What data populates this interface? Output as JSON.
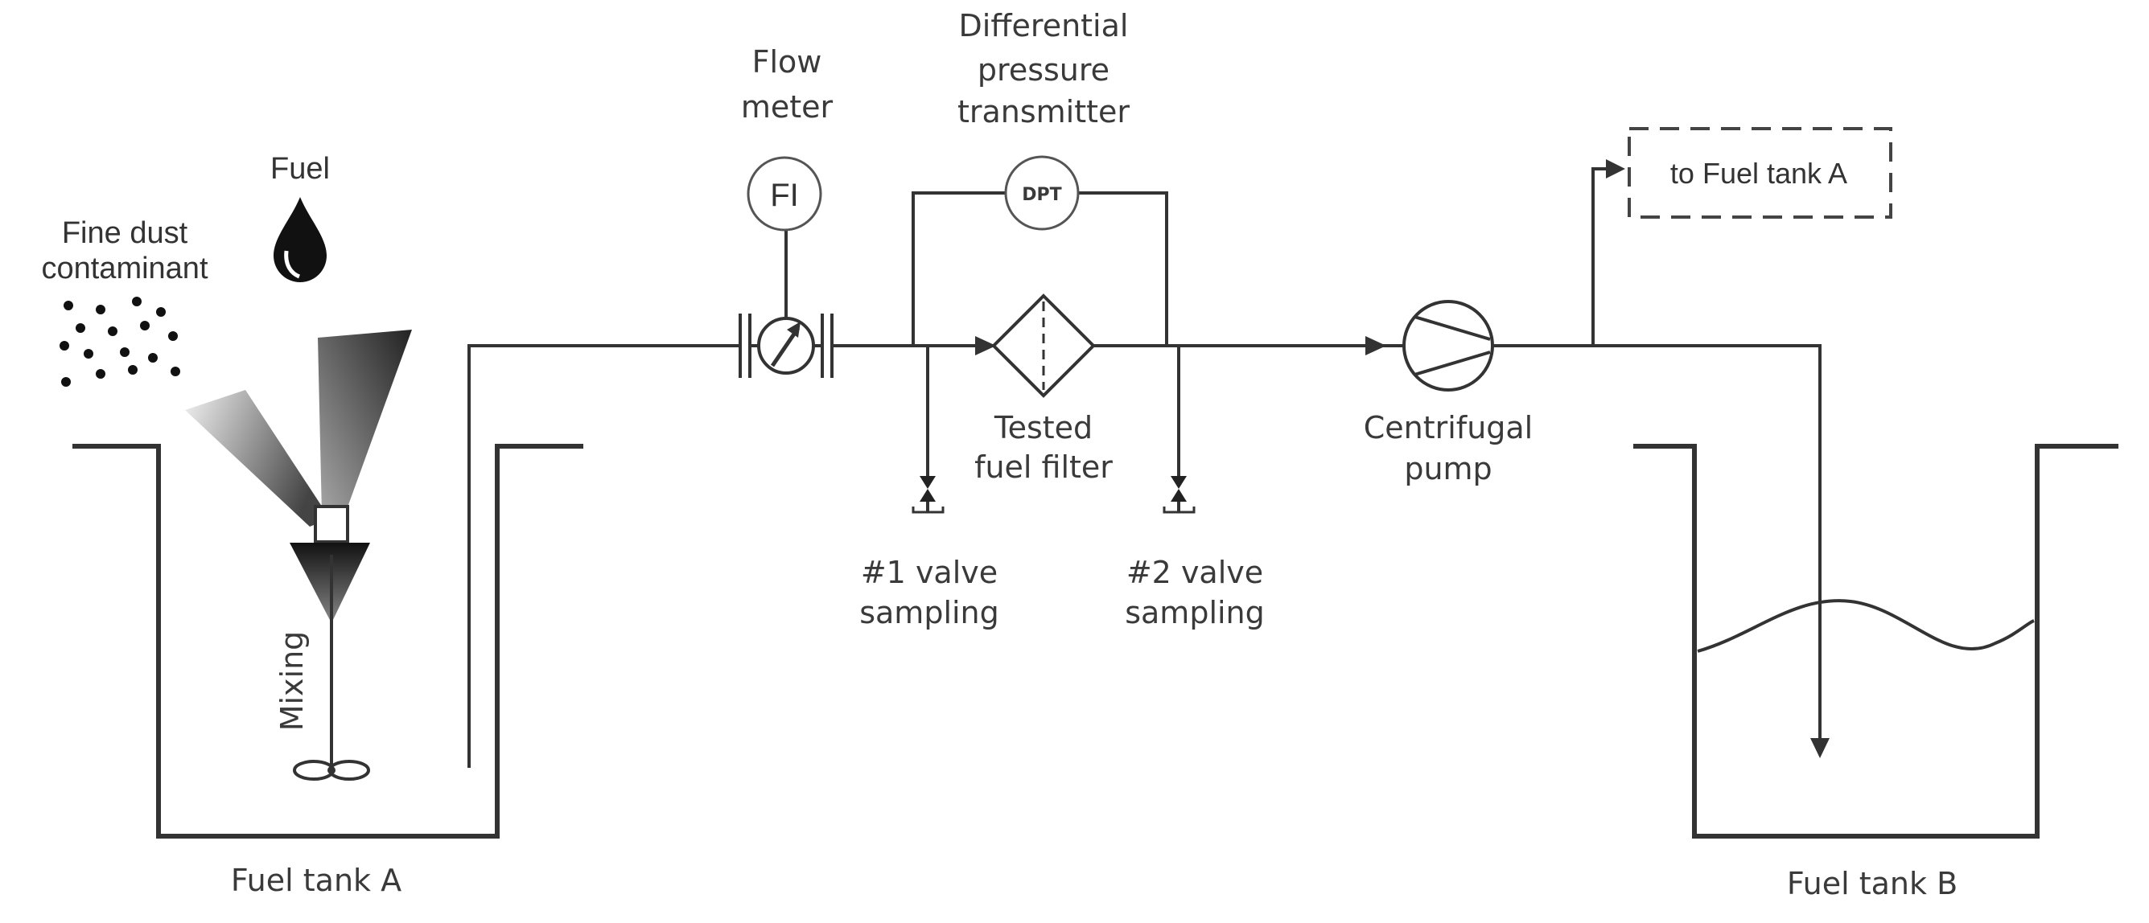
{
  "labels": {
    "fuel": "Fuel",
    "fine_dust_line1": "Fine dust",
    "fine_dust_line2": "contaminant",
    "mixing": "Mixing",
    "fuel_tank_a": "Fuel tank A",
    "fuel_tank_b": "Fuel tank B",
    "flow_meter_line1": "Flow",
    "flow_meter_line2": "meter",
    "flow_indicator_tag": "FI",
    "dpt_line1": "Differential",
    "dpt_line2": "pressure",
    "dpt_line3": "transmitter",
    "dpt_tag": "DPT",
    "filter_line1": "Tested",
    "filter_line2": "fuel filter",
    "pump_line1": "Centrifugal",
    "pump_line2": "pump",
    "valve1_line1": "#1 valve",
    "valve1_line2": "sampling",
    "valve2_line1": "#2 valve",
    "valve2_line2": "sampling",
    "return_box": "to Fuel tank A"
  },
  "colors": {
    "line": "#333333",
    "text": "#3a3a3a",
    "background": "#ffffff"
  },
  "icons": {
    "fuel": "fuel-drop-icon",
    "dust": "dust-particles-icon",
    "mixer": "propeller-icon",
    "flow_meter": "flow-meter-icon",
    "filter": "filter-icon",
    "pump": "centrifugal-pump-icon",
    "valve": "sampling-valve-icon"
  }
}
